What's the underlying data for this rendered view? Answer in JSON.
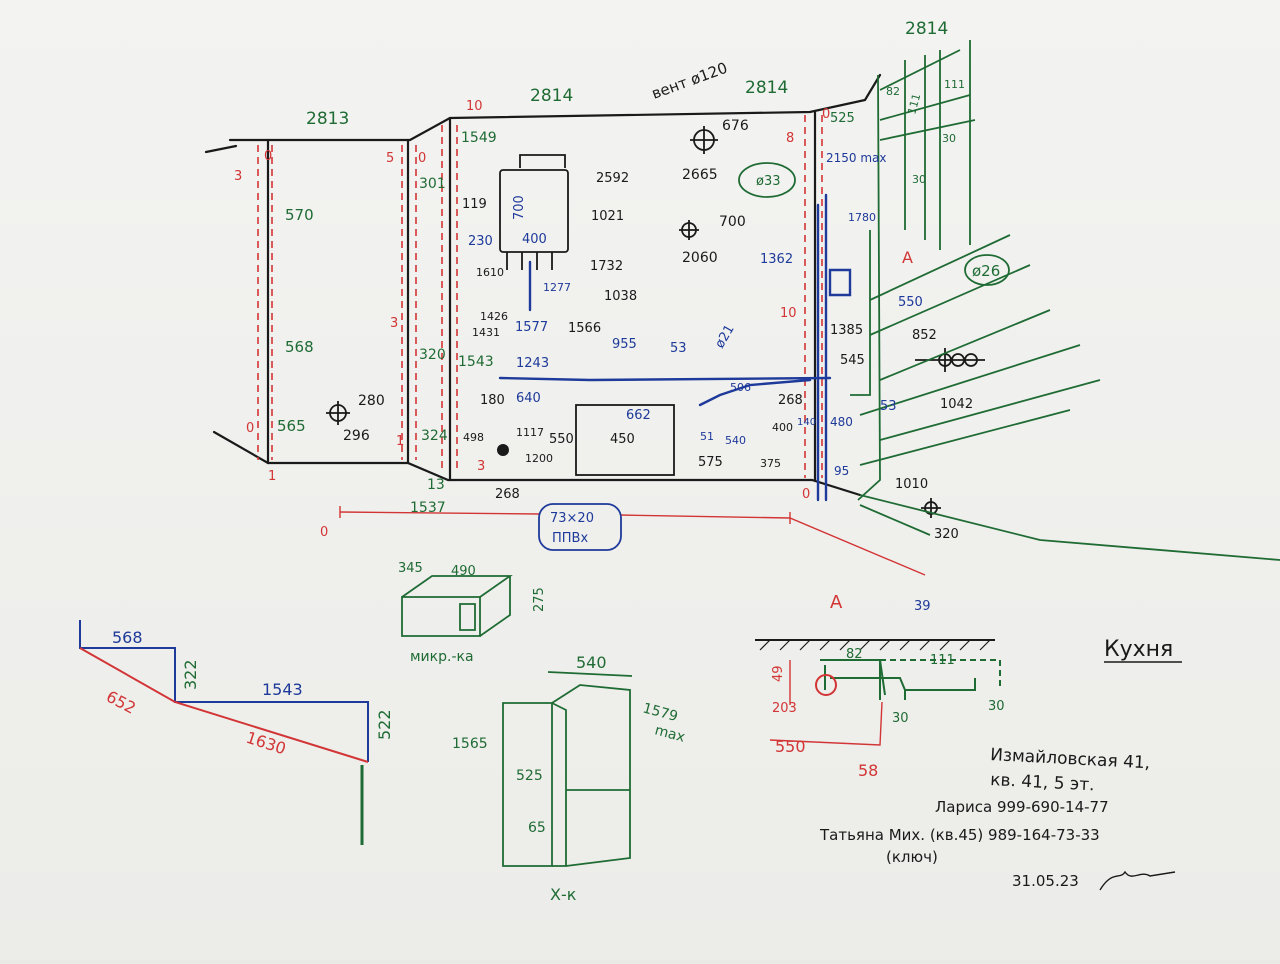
{
  "colors": {
    "green": "#1f6b34",
    "blue": "#1e3a9a",
    "red": "#d23535",
    "black": "#1a1a1a",
    "paper": "#f2f2f0"
  },
  "wall": {
    "heights": [
      "2813",
      "2814",
      "2814",
      "2814"
    ],
    "vent": "вент ø120",
    "left_panel": [
      "570",
      "568",
      "565"
    ],
    "red_marks": [
      "3",
      "0",
      "1",
      "5",
      "0",
      "3",
      "0",
      "1",
      "3",
      "10",
      "8",
      "0",
      "10",
      "0",
      "0"
    ],
    "panel_misc": [
      "301",
      "1549",
      "320",
      "1543",
      "324",
      "1537",
      "13",
      "280",
      "296"
    ],
    "boiler": [
      "2592",
      "1021",
      "119",
      "700",
      "400",
      "230",
      "1732",
      "1610",
      "1277",
      "1038",
      "1426",
      "1431",
      "1577",
      "1566"
    ],
    "vent_points": [
      "676",
      "2665",
      "700",
      "2060"
    ],
    "pipes": [
      "1243",
      "955",
      "53",
      "ø21",
      "506",
      "268",
      "180",
      "640",
      "498",
      "1117",
      "1200",
      "550",
      "268",
      "662",
      "450",
      "575",
      "51",
      "540",
      "400",
      "375",
      "140"
    ],
    "right_area": [
      "ø33",
      "2150 max",
      "1780",
      "1362",
      "550",
      "1385",
      "545",
      "A",
      "852",
      "1042",
      "480",
      "53",
      "95",
      "ø26",
      "525",
      "82",
      "111",
      "111",
      "30",
      "30",
      "2814",
      "1010",
      "320"
    ],
    "cable": [
      "73×20",
      "ППВх"
    ]
  },
  "microwave": {
    "dims": [
      "345",
      "490",
      "275"
    ],
    "caption": "микр.-ка"
  },
  "plan": {
    "dims": [
      "568",
      "322",
      "652",
      "1543",
      "1630",
      "522"
    ]
  },
  "fridge": {
    "dims": [
      "540",
      "1579",
      "max",
      "1565",
      "525",
      "65"
    ],
    "caption": "Х-к"
  },
  "section": {
    "title": "A",
    "dims": [
      "39",
      "82",
      "111",
      "49",
      "203",
      "30",
      "30",
      "550",
      "58"
    ]
  },
  "room_label": "Кухня",
  "address": {
    "line1": "Измайловская 41,",
    "line2": "кв. 41, 5 эт.",
    "contact1": "Лариса  999-690-14-77",
    "contact2": "Татьяна Мих. (кв.45) 989-164-73-33",
    "contact2_note": "(ключ)",
    "date": "31.05.23"
  }
}
